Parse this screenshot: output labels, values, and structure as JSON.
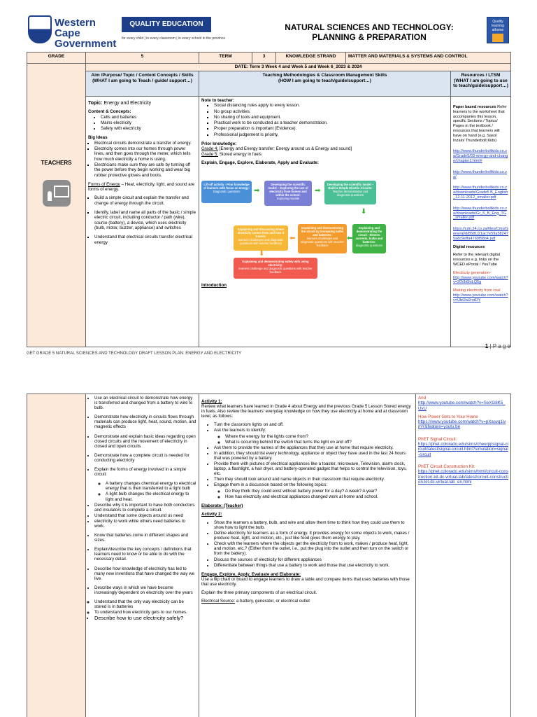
{
  "header": {
    "org_line1": "Western Cape",
    "org_line2": "Government",
    "quality_title": "QUALITY EDUCATION",
    "quality_sub": "for every child | in every classroom | in every school in the province",
    "title_line1": "NATURAL SCIENCES AND TECHNOLOGY:",
    "title_line2": "PLANNING & PREPARATION",
    "badge_text": "Quality learning athome"
  },
  "info": {
    "grade_label": "GRADE",
    "grade_value": "5",
    "term_label": "TERM",
    "term_value": "3",
    "strand_label": "KNOWLEDGE STRAND",
    "strand_value": "MATTER AND MATERIALS & SYSTEMS AND CONTROL",
    "date": "DATE: Term 3 Week 4 and Week 5 and Week 6_2023 & 2024"
  },
  "columns": {
    "aim_title": "Aim /Purpose/ Topic / Content Concepts / Skills",
    "aim_sub": "(WHAT I am going to Teach / guide/ support…)",
    "method_title": "Teaching Methodologies & Classroom Management Skills",
    "method_sub": "(HOW I am going to teach/guide/support…)",
    "res_title": "Resources / LTSM",
    "res_sub": "(WHAT I am going to use to teach/guide/support…)"
  },
  "teachers_label": "TEACHERS",
  "aim": {
    "topic_label": "Topic:",
    "topic_value": "Energy and Electricity",
    "concepts_label": "Content & Concepts:",
    "concepts": [
      "Cells and batteries",
      "Mains electricity",
      "Safety with electricity"
    ],
    "big_ideas_label": "Big Ideas",
    "big_ideas": [
      "Electrical circuits demonstrate a transfer of energy.",
      "Electricity comes into our homes through power lines, and then goes through the meter, which tells how much electricity a home is using.",
      "Electricians make sure they are safe by turning off the power before they begin working and wear big rubber protective gloves and boots."
    ],
    "forms_label": "Forms of Energy",
    "forms_text": " – Heat, electricity, light, and sound are forms of energy.",
    "items": [
      "Build a simple circuit and explain the transfer and change of energy through the circuit.",
      "Identify, label and name all parts of the basic / simple electric circuit, including conductor / path (wire), source (battery), a device, which uses electricity (bulb, motor, buzzer, appliance) and switches",
      "Understand that electrical circuits transfer electrical energy"
    ]
  },
  "method": {
    "note_label": "Note to teacher:",
    "notes": [
      "Social distancing rules apply to every lesson.",
      "No group activities.",
      "No sharing of tools and equipment.",
      "Practical work to be conducted as a teacher demonstration.",
      "Proper preparation is important (Evidence).",
      "Professional judgement is priority."
    ],
    "prior_label": "Prior knowledge:",
    "prior_g4_label": "Grade 4:",
    "prior_g4": " [Energy and Energy transfer; Energy around us & Energy and sound]",
    "prior_g5_label": "Grade 5:",
    "prior_g5": " Stored energy in fuels",
    "explain_label": "Explain, Engage, Explore, Elaborate, Apply and Evaluate:",
    "flow": [
      {
        "title": "Lift-off activity - Prior knowledge of learners with focus on energy:",
        "text": "Diagnostic questions",
        "color": "#4a90d9"
      },
      {
        "title": "Developing the scientific model – Exploring the use of electricity from homes and within the school:",
        "text": "Exploring models",
        "color": "#7a7fd6"
      },
      {
        "title": "Developing the scientific model – Build a Simple Electric Circuits:",
        "text": "Teacher demonstration and diagnostic questions",
        "color": "#4bbf95"
      },
      {
        "title": "Explaining and demonstrating the circuit - Electric currents, bulbs and batteries:",
        "text": "diagnostic questions",
        "color": "#3fb345"
      },
      {
        "title": "Explaining and demonstrating the circuit by increasing bulbs and batteries:",
        "text": "learners challenges and diagnostic questions with teacher feedback",
        "color": "#f39c2d"
      },
      {
        "title": "Explaining and discussing where electricity comes from and how it travels:",
        "text": "learners challenges and diagnostic questions with teacher feedback",
        "color": "#f7b737"
      },
      {
        "title": "Explaining and demonstrating safety with using electricity:",
        "text": "learners challenge and diagnostic questions with teacher feedback",
        "color": "#f05a4f"
      }
    ],
    "intro_label": "Introduction"
  },
  "resources": {
    "paper_label": "Paper based resources",
    "paper_text": " Refer learners to the worksheet that accompanies this lesson, specific Sections / Topics/ Pages in the textbook / resources that learners will have on hand (e.g. Sasol Inzalo/ Thunderbolt Kids)",
    "links": [
      "http://www.thunderboltkids.co.za/Grade5/03-energy-and-change/chapter2.html#",
      "http://www.thunderboltkids.co.za/",
      "http://www.thunderboltkids.co.za/downloads/Grade5 B_English_12-11-2012_smaller.pdf",
      "http://www.thunderboltkids.co.za/downloads/Gr_5_B_Eng_TG_smaller.pdf",
      "https://cdn.24.co.za/files/Cms/General/d/8581/21ac7e59a582475a8c9effa4769f58b4.pdf"
    ],
    "digital_label": "Digital resources",
    "digital_text": "Refer to the relevant digital resources e.g. links on the WCED ePortal / YouTube",
    "gen_label": "Electricity generation-",
    "gen_link": "http://www.youtube.com/watch?v=20Vb6hiLQ5g",
    "coal_label": "Making electricity from coal",
    "coal_link": "http://www.youtube.com/watch?v=Ubt2w2rotDY"
  },
  "footer": {
    "text": "GET GRADE 5 NATURAL SCIENCES AND TECHNOLOGY DRAFT LESSON PLAN: ENERGY AND ELECTRICITY",
    "page_num": "1",
    "page_word": "| P a g e"
  },
  "page2": {
    "aim_items": [
      {
        "t": "Use an electrical circuit to demonstrate how energy is transferred and changed from a battery to wire to bulb."
      },
      {
        "t": "Demonstrate how electricity in circuits flows through materials can produce light, heat, sound, motion, and magnetic effects"
      },
      {
        "t": "Demonstrate and explain basic ideas regarding open closed circuits and the movement of electricity in closed and open circuits"
      },
      {
        "t": "Demonstrate how a complete circuit is needed for conducting electricity"
      },
      {
        "t": "Explain the forms of energy involved in a simple circuit:"
      }
    ],
    "sub_items": [
      "A battery changes chemical energy to electrical energy that is then transferred to a light bulb",
      "A light bulb changes the electrical energy to light and heat."
    ],
    "aim_items2": [
      "Describe why it is important to have both conductors and insulators to complete a circuit.",
      "Understand that some objects around us need",
      "electricity to work while others need batteries to work.",
      "Know that batteries come in different shapes and sizes.",
      "Explain/describe the key concepts / definitions that learners need to know or be able to do with the necessary detail.",
      "Describe how knowledge of electricity has led to many new inventions that have changed the way we live.",
      "Describe ways in which we have become increasingly dependent on electricity over the years"
    ],
    "circle_items": [
      "Understand that the only way electricity can be stored is in batteries",
      "To understand how electricity gets to our homes."
    ],
    "last_item": "Describe how to use electricity safely?",
    "act1_label": "Activity 1:",
    "act1_text": "Review what learners have learned in Grade 4 about Energy and the previous Grade 5 Lesson Stored energy in fuels. Also review the learners' everyday knowledge on how they use electricity at home and at classroom level, as follows:",
    "act1_items": [
      "Turn the classroom lights on and off.",
      "Ask the learners to identify:"
    ],
    "act1_sub": [
      "Where the energy for the lights come from?",
      "What is occurring behind the switch that turns the light on and off?"
    ],
    "act1_items2": [
      "Ask them to provide the names of the appliances that they use at home that require electricity.",
      "In addition, they should list every technology, appliance or object they have used in the last 24 hours that was powered by a battery.",
      "Provide them with pictures of electrical appliances like a toaster, microwave, Television, alarm clock, laptop, a flashlight, a hair dryer, and battery-operated gadget that helps to control the television, toys, etc.",
      "Then they should look around and name objects in their classroom that require electricity.",
      "Engage them in a discussion based on the following topics:"
    ],
    "act1_sub2": [
      "Do they think they could exist without battery power for a day? A week? A year?",
      "How has electricity and electrical appliances changed work at home and school."
    ],
    "elab_label": "Elaborate: (Teacher)",
    "act2_label": "Activity 2:",
    "act2_items": [
      "Show the learners a battery, bulb, and wire and allow them time to think how they could use them to show how to light the bulb.",
      "Define electricity for learners as a form of energy. It provides energy for some objects to work, makes / produce heat, light, and motion, etc., just like food gives them energy to play.",
      "Check with the learners where the objects get the electricity from to work, makes / produce heat, light, and motion, etc.? (Either from the outlet, i.e., put the plug into the outlet and then turn on the switch or from the battery).",
      "Discuss the sources of electricity for different appliances",
      "Differentiate between things that use a battery to work and those that use electricity to work."
    ],
    "engage_label": "Engage, Explore, Apply, Evaluate and Elaborate:",
    "engage_text": "Use a flip chart or board to engage learners to draw a table and compare items that uses batteries with those that use electricity.",
    "explain_text": "Explain the three primary components of an electrical circuit.",
    "source_label": "Electrical Source:",
    "source_text": " a battery, generator, or electrical outlet",
    "res_and": "And",
    "res_link1": "http://www.youtube.com/watch?v=SeXG8K5_UvU",
    "power_label": "How Power Gets to Your Home",
    "power_link": "https://www.youtube.com/watch?v=pXasvq1ivmY&feature=youtu.be",
    "phet1_label": "PhET Signal Circuit:",
    "phet1_link": "https://phet.colorado.edu/sims/cheerpj/signal-circuit/latest/signal-circuit.html?simulation=signal-circuit",
    "phet2_label": "PhET Circuit Construction Kit:",
    "phet2_link": "https://phet.colorado.edu/sims/html/circuit-construction-kit-dc-virtual-lab/latest/circuit-construction-kit-dc-virtual-lab_en.html"
  },
  "colors": {
    "peach": "#fde9d9",
    "blue_header": "#dbe5f1",
    "brand_blue": "#1d3f8a",
    "link": "#1f3fbf",
    "red": "#d43a1e"
  }
}
